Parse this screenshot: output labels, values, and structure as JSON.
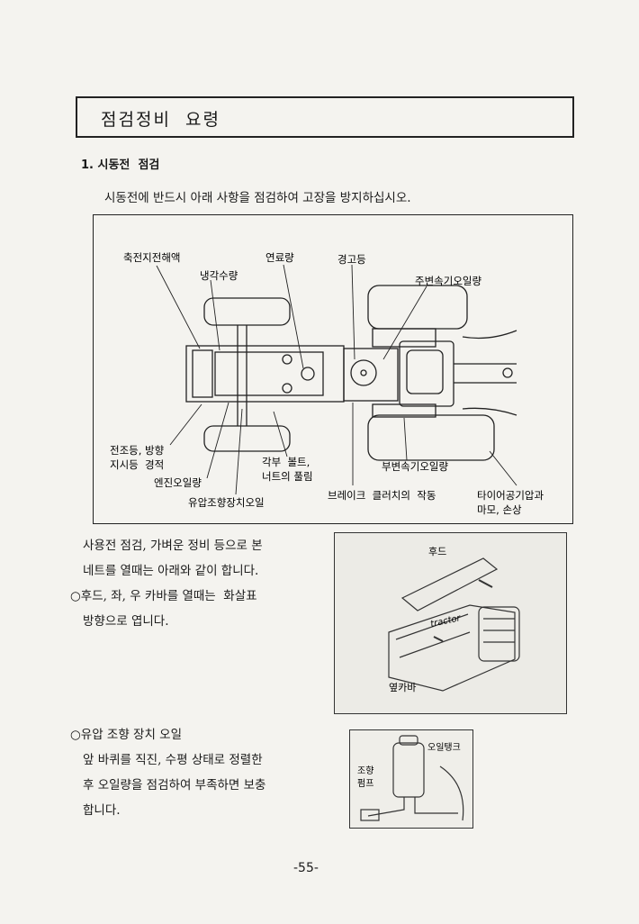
{
  "header": {
    "title": "점검정비  요령"
  },
  "section": {
    "title": "1. 시동전  점검"
  },
  "intro": "시동전에 반드시 아래 사항을 점검하여 고장을 방지하십시오.",
  "diagram": {
    "labels": {
      "battery": "축전지전해액",
      "coolant": "냉각수량",
      "fuel": "연료량",
      "warning": "경고등",
      "main_trans": "주변속기오일량",
      "headlight_1": "전조등, 방향",
      "headlight_2": "지시등  경적",
      "engine_oil": "엔진오일량",
      "hydraulic": "유압조향장치오일",
      "bolts_1": "각부  볼트,",
      "bolts_2": "너트의 풀림",
      "sub_trans": "부변속기오일량",
      "brake": "브레이크  클러치의  작동",
      "tire_1": "타이어공기압과",
      "tire_2": "마모, 손상"
    }
  },
  "body": {
    "p1": "사용전 점검, 가벼운 정비 등으로 본",
    "p2": "네트를 열때는 아래와 같이 합니다.",
    "p3": "○후드, 좌, 우 카바를 열때는  화살표",
    "p4": "방향으로 엽니다.",
    "p5": "○유압 조향 장치 오일",
    "p6": "앞 바퀴를 직진, 수평 상태로 정렬한",
    "p7": "후 오일량을 점검하여 부족하면 보충",
    "p8": "합니다."
  },
  "photo1": {
    "hood": "후드",
    "side_cover": "옆카바",
    "brand": "tractor"
  },
  "photo2": {
    "oil_tank": "오일탱크",
    "pump_1": "조향",
    "pump_2": "펌프"
  },
  "page_number": "-55-"
}
